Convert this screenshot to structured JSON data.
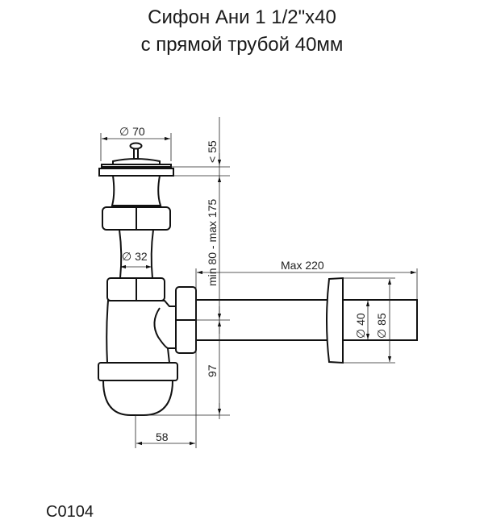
{
  "title": {
    "line1": "Сифон Ани 1 1/2\"x40",
    "line2": "с прямой трубой 40мм"
  },
  "product_code": "C0104",
  "dimensions": {
    "strainer_diameter": "∅ 70",
    "flange_height": "< 55",
    "height_range": "min 80 - max 175",
    "pipe_diameter": "∅ 32",
    "max_length": "Max 220",
    "outlet_diameter": "∅ 40",
    "wall_flange_diameter": "∅ 85",
    "bottom_height": "97",
    "offset": "58"
  }
}
